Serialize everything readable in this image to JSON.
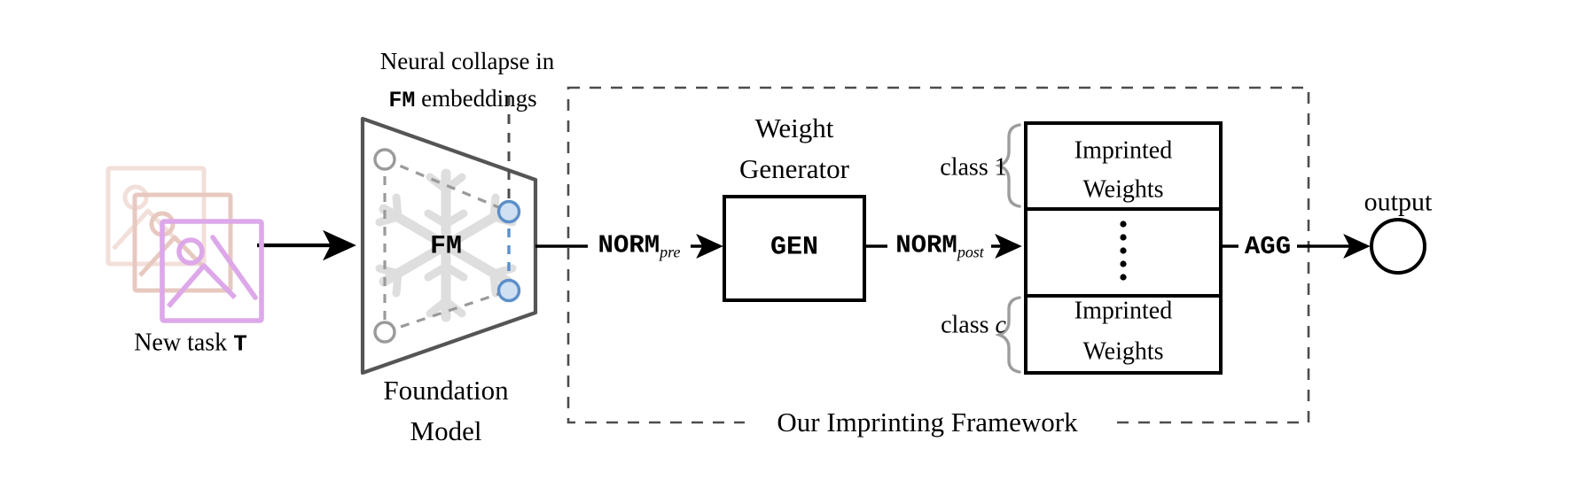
{
  "diagram": {
    "title": "Foundation-model imprinting framework",
    "input": {
      "icon_name": "stacked-image-icons",
      "caption_prefix": "New task ",
      "caption_symbol": "T",
      "icon_colors": [
        "#f2dfd9",
        "#e7c9c0",
        "#dda8e9"
      ]
    },
    "encoder": {
      "box_label": "FM",
      "watermark_icon": "snowflake-icon",
      "caption_line1": "Foundation",
      "caption_line2": "Model",
      "annotation_line1": "Neural collapse in",
      "annotation_line2_mono": "FM",
      "annotation_line2_rest": " embeddings",
      "embedding_dot_color": "#5b8fc9",
      "embedding_dot_fill": "#cfe0f2",
      "inactive_dot_color": "#9a9a9a",
      "outline_color": "#555555"
    },
    "edges": {
      "norm_pre_label": "NORM",
      "norm_pre_sub": "pre",
      "norm_post_label": "NORM",
      "norm_post_sub": "post",
      "agg_label": "AGG"
    },
    "generator": {
      "caption_line1": "Weight",
      "caption_line2": "Generator",
      "box_label": "GEN"
    },
    "weights_table": {
      "rows": [
        {
          "line1": "Imprinted",
          "line2": "Weights",
          "brace_label_prefix": "class ",
          "brace_label_symbol": "1"
        },
        {
          "line1": "",
          "line2": "",
          "brace_label_prefix": "",
          "brace_label_symbol": ""
        },
        {
          "line1": "Imprinted",
          "line2": "Weights",
          "brace_label_prefix": "class ",
          "brace_label_symbol": "c"
        }
      ],
      "ellipsis_glyph": "vertical-dots",
      "brace_color": "#9d9d9d"
    },
    "output": {
      "label": "output",
      "node_icon": "empty-circle-node"
    },
    "framework_box": {
      "label": "Our Imprinting Framework",
      "border_style": "dashed",
      "border_color": "#4d4d4d"
    }
  }
}
